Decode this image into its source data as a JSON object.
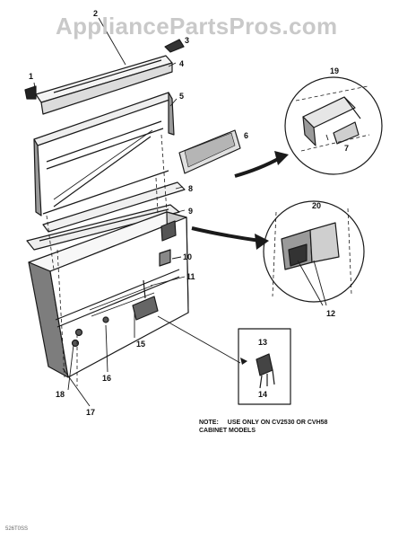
{
  "watermark": "AppliancePartsPros.com",
  "callouts": {
    "c1": "1",
    "c2": "2",
    "c3": "3",
    "c4": "4",
    "c5": "5",
    "c6": "6",
    "c7": "7",
    "c8": "8",
    "c9": "9",
    "c10": "10",
    "c11": "11",
    "c12": "12",
    "c13": "13",
    "c14": "14",
    "c15": "15",
    "c16": "16",
    "c17": "17",
    "c18": "18",
    "c19": "19",
    "c20": "20"
  },
  "note": {
    "label": "NOTE:",
    "line1": "USE ONLY ON CV2530 OR CVH58",
    "line2": "CABINET MODELS"
  },
  "footer_code": "526T0SS",
  "colors": {
    "line": "#1a1a1a",
    "watermark": "#c9c9c9",
    "shade": "#444444"
  }
}
